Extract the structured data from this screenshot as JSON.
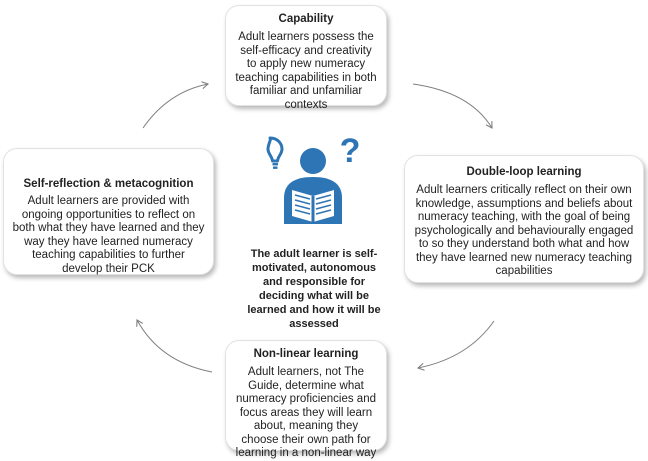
{
  "boxes": {
    "capability": {
      "title": "Capability",
      "body": "Adult learners possess the self-efficacy and creativity to apply new numeracy teaching capabilities in both familiar and unfamiliar contexts"
    },
    "double_loop": {
      "title": "Double-loop learning",
      "body": "Adult learners critically reflect on their own knowledge, assumptions and beliefs about numeracy teaching, with the goal of being psychologically and behaviourally engaged to so they understand both what and how they have learned new numeracy teaching capabilities"
    },
    "non_linear": {
      "title": "Non-linear learning",
      "body": "Adult learners, not The Guide, determine what numeracy proficiencies and focus areas they will learn about, meaning they choose their own path for learning in a non-linear way"
    },
    "self_reflection": {
      "title": "Self-reflection & metacognition",
      "body": "Adult learners are provided with ongoing opportunities to reflect on both what they have learned and they way they have learned numeracy teaching capabilities to further develop their PCK"
    }
  },
  "center": {
    "text": "The adult learner is self-motivated, autonomous and responsible for deciding what will be learned and how it will be assessed"
  },
  "icons": {
    "learner": "reading-person-icon",
    "idea": "lightbulb-icon",
    "question": "question-mark-icon"
  },
  "colors": {
    "icon_blue": "#2e75b6",
    "arrow": "#7f7f7f"
  }
}
